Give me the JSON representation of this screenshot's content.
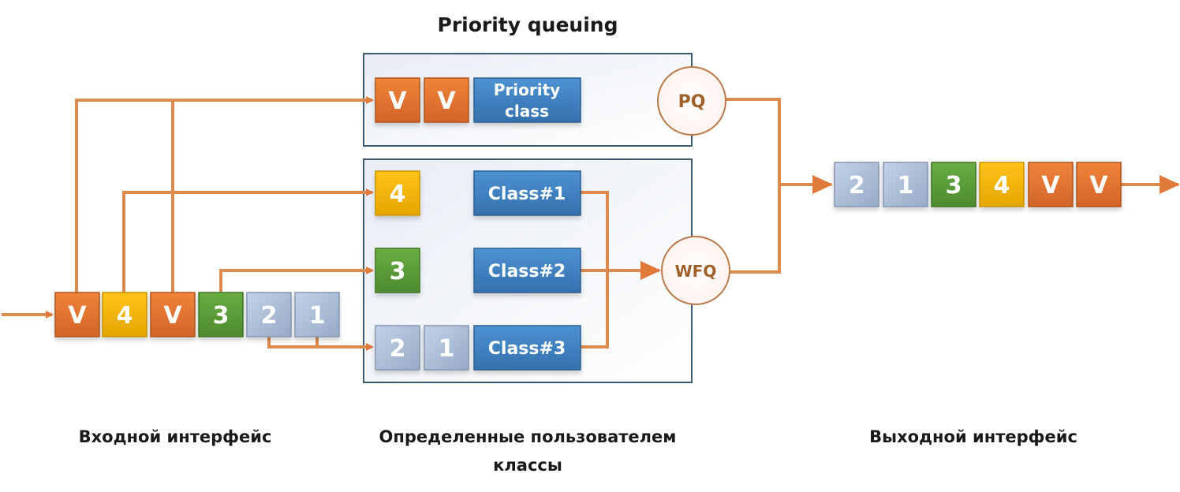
{
  "title": "Priority queuing",
  "labels": {
    "input_interface": "Входной интерфейс",
    "user_classes_line1": "Определенные пользователем",
    "user_classes_line2": "классы",
    "output_interface": "Выходной интерфейс"
  },
  "colors": {
    "voice": "#e07230",
    "yellow": "#f2b400",
    "green": "#5a9a38",
    "light_blue": "#a9bcd6",
    "class_blue": "#3f82c4",
    "arrow": "#e0874a",
    "circle_stroke": "#b87a4a",
    "box_stroke": "#3d5a6e"
  },
  "input_queue": [
    "V",
    "4",
    "V",
    "3",
    "2",
    "1"
  ],
  "priority_box": {
    "packets": [
      "V",
      "V"
    ],
    "class_label_line1": "Priority",
    "class_label_line2": "class"
  },
  "wfq_box": {
    "rows": [
      {
        "packets": [
          "4"
        ],
        "class_label": "Class#1"
      },
      {
        "packets": [
          "3"
        ],
        "class_label": "Class#2"
      },
      {
        "packets": [
          "2",
          "1"
        ],
        "class_label": "Class#3"
      }
    ]
  },
  "schedulers": {
    "pq": "PQ",
    "wfq": "WFQ"
  },
  "output_queue": [
    "2",
    "1",
    "3",
    "4",
    "V",
    "V"
  ]
}
